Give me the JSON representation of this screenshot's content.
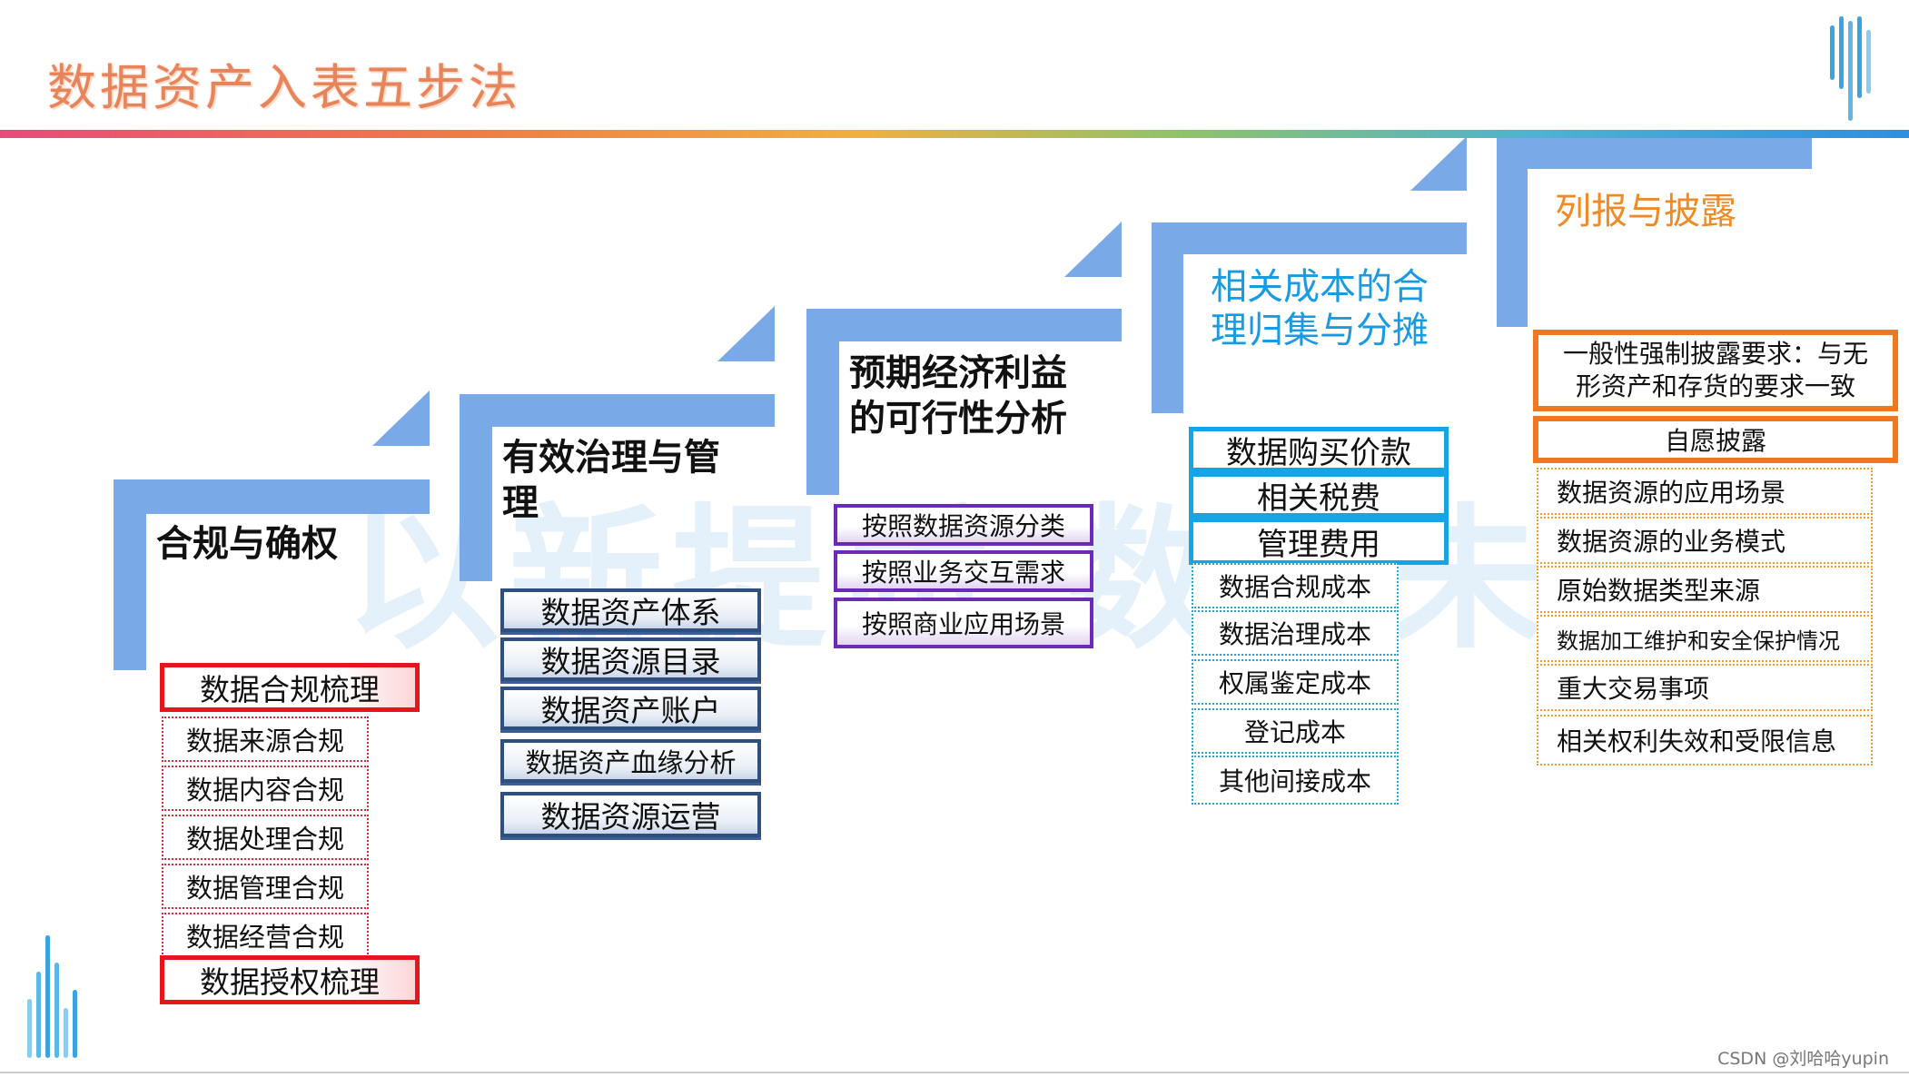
{
  "title": "数据资产入表五步法",
  "watermark": "以新提质 数创未来",
  "credit": "CSDN @刘哈哈yupin",
  "steps": [
    {
      "label": "合规与确权",
      "items": [
        "数据合规梳理",
        "数据来源合规",
        "数据内容合规",
        "数据处理合规",
        "数据管理合规",
        "数据经营合规",
        "数据授权梳理"
      ]
    },
    {
      "label": "有效治理与管理",
      "label_lines": [
        "有效治理与管",
        "理"
      ],
      "items": [
        "数据资产体系",
        "数据资源目录",
        "数据资产账户",
        "数据资产血缘分析",
        "数据资源运营"
      ]
    },
    {
      "label": "预期经济利益的可行性分析",
      "label_lines": [
        "预期经济利益",
        "的可行性分析"
      ],
      "items": [
        "按照数据资源分类",
        "按照业务交互需求",
        "按照商业应用场景"
      ]
    },
    {
      "label": "相关成本的合理归集与分摊",
      "label_lines": [
        "相关成本的合",
        "理归集与分摊"
      ],
      "items": [
        "数据购买价款",
        "相关税费",
        "管理费用",
        "数据合规成本",
        "数据治理成本",
        "权属鉴定成本",
        "登记成本",
        "其他间接成本"
      ]
    },
    {
      "label": "列报与披露",
      "items": [
        "一般性强制披露要求：与无形资产和存货的要求一致",
        "自愿披露",
        "数据资源的应用场景",
        "数据资源的业务模式",
        "原始数据类型来源",
        "数据加工维护和安全保护情况",
        "重大交易事项",
        "相关权利失效和受限信息"
      ],
      "item0_lines": [
        "一般性强制披露要求：与无",
        "形资产和存货的要求一致"
      ]
    }
  ],
  "colors": {
    "stair_blue": "#7aa9e8",
    "step4_label": "#1a9ae0",
    "step5_label": "#f08a24",
    "title": "#e8845a"
  }
}
